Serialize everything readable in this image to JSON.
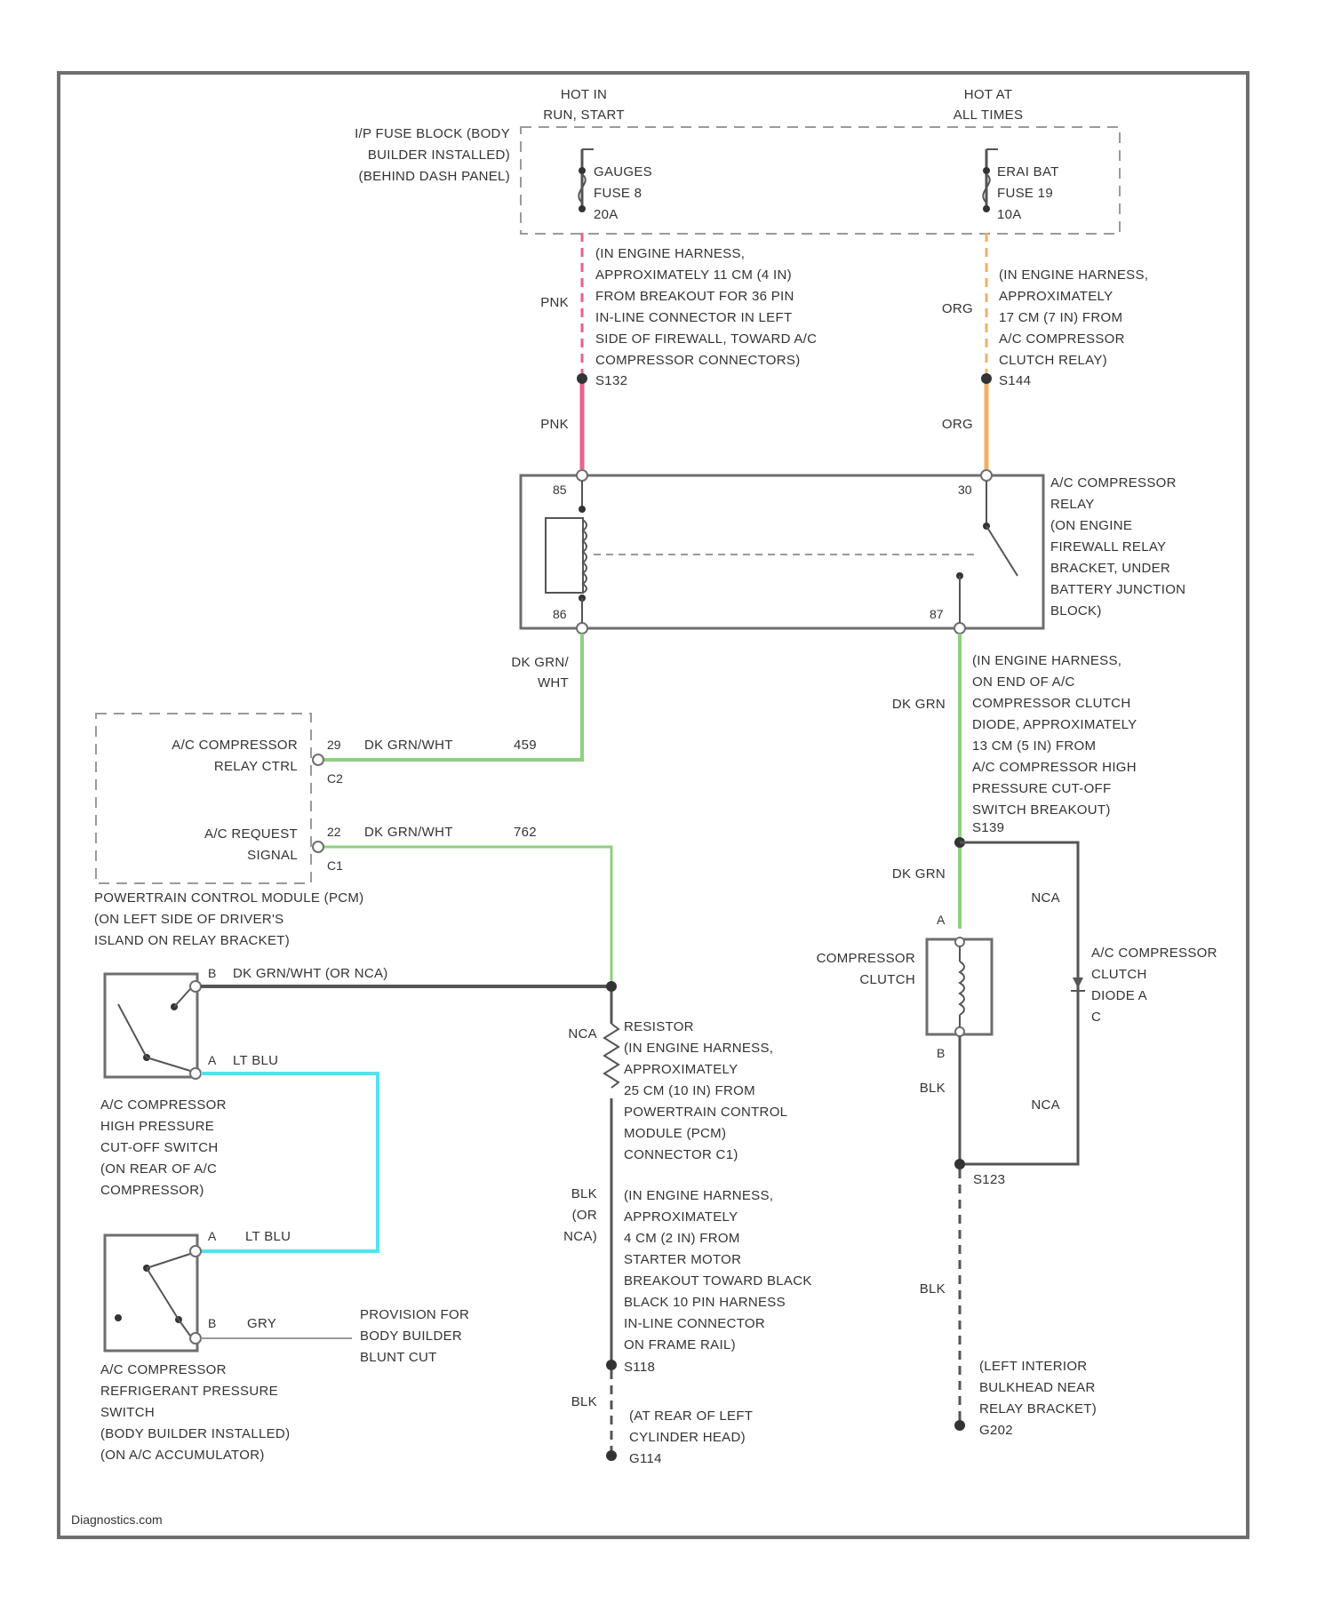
{
  "diagram": {
    "power": {
      "hot_left": [
        "HOT IN",
        "RUN, START"
      ],
      "hot_right": [
        "HOT AT",
        "ALL TIMES"
      ]
    },
    "fuse_block": {
      "label": [
        "I/P FUSE BLOCK (BODY",
        "BUILDER INSTALLED)",
        "(BEHIND DASH PANEL)"
      ],
      "fuse_left": [
        "GAUGES",
        "FUSE 8",
        "20A"
      ],
      "fuse_right": [
        "ERAI BAT",
        "FUSE 19",
        "10A"
      ]
    },
    "left_branch": {
      "wire_color": "PNK",
      "harness_note": [
        "(IN ENGINE HARNESS,",
        "APPROXIMATELY 11 CM (4 IN)",
        "FROM BREAKOUT FOR 36 PIN",
        "IN-LINE CONNECTOR IN LEFT",
        "SIDE OF FIREWALL, TOWARD A/C",
        "COMPRESSOR CONNECTORS)"
      ],
      "splice": "S132"
    },
    "right_branch": {
      "wire_color": "ORG",
      "harness_note": [
        "(IN ENGINE HARNESS,",
        "APPROXIMATELY",
        "17 CM (7 IN) FROM",
        "A/C COMPRESSOR",
        "CLUTCH RELAY)"
      ],
      "splice": "S144"
    },
    "relay": {
      "label": [
        "A/C COMPRESSOR",
        "RELAY",
        "(ON ENGINE",
        "FIREWALL RELAY",
        "BRACKET, UNDER",
        "BATTERY JUNCTION",
        "BLOCK)"
      ],
      "pin_85": "85",
      "pin_86": "86",
      "pin_30": "30",
      "pin_87": "87"
    },
    "pcm": {
      "label": [
        "POWERTRAIN CONTROL MODULE (PCM)",
        "(ON LEFT SIDE OF DRIVER'S",
        "ISLAND ON RELAY BRACKET)"
      ],
      "ctrl_label": [
        "A/C COMPRESSOR",
        "RELAY CTRL"
      ],
      "ctrl_pin": "29",
      "ctrl_wire": "DK GRN/WHT",
      "ctrl_circuit": "459",
      "ctrl_conn": "C2",
      "request_label": [
        "A/C REQUEST",
        "SIGNAL"
      ],
      "request_pin": "22",
      "request_wire": "DK GRN/WHT",
      "request_circuit": "762",
      "request_conn": "C1"
    },
    "relay_out_wire": [
      "DK GRN/",
      "WHT"
    ],
    "right_down": {
      "wire_color": "DK GRN",
      "harness_note": [
        "(IN ENGINE HARNESS,",
        "ON END OF A/C",
        "COMPRESSOR CLUTCH",
        "DIODE, APPROXIMATELY",
        "13 CM (5 IN) FROM",
        "A/C COMPRESSOR HIGH",
        "PRESSURE CUT-OFF",
        "SWITCH BREAKOUT)"
      ],
      "splice": "S139",
      "wire_color_2": "DK GRN",
      "nca_top": "NCA",
      "nca_bottom": "NCA"
    },
    "clutch": {
      "label": [
        "COMPRESSOR",
        "CLUTCH"
      ],
      "pin_a": "A",
      "pin_b": "B",
      "ground_wire": "BLK",
      "splice": "S123",
      "ground_wire_2": "BLK"
    },
    "diode": {
      "label": [
        "A/C COMPRESSOR",
        "CLUTCH",
        "DIODE A",
        "C"
      ]
    },
    "ground_right": {
      "label": [
        "(LEFT INTERIOR",
        "BULKHEAD NEAR",
        "RELAY BRACKET)"
      ],
      "id": "G202"
    },
    "hp_switch": {
      "label": [
        "A/C COMPRESSOR",
        "HIGH PRESSURE",
        "CUT-OFF SWITCH",
        "(ON REAR OF A/C",
        "COMPRESSOR)"
      ],
      "pin_b": "B",
      "pin_b_wire": "DK GRN/WHT (OR NCA)",
      "pin_a": "A",
      "pin_a_wire": "LT BLU"
    },
    "ref_switch": {
      "label": [
        "A/C COMPRESSOR",
        "REFRIGERANT PRESSURE",
        "SWITCH",
        "(BODY BUILDER INSTALLED)",
        "(ON A/C ACCUMULATOR)"
      ],
      "pin_a": "A",
      "pin_a_wire": "LT BLU",
      "pin_b": "B",
      "pin_b_wire": "GRY",
      "provision": [
        "PROVISION FOR",
        "BODY BUILDER",
        "BLUNT CUT"
      ]
    },
    "resistor": {
      "wire": "NCA",
      "note": [
        "RESISTOR",
        "(IN ENGINE HARNESS,",
        "APPROXIMATELY",
        "25 CM (10 IN) FROM",
        "POWERTRAIN CONTROL",
        "MODULE (PCM)",
        "CONNECTOR C1)"
      ]
    },
    "ground_left": {
      "wire": [
        "BLK",
        "(OR",
        "NCA)"
      ],
      "note": [
        "(IN ENGINE HARNESS,",
        "APPROXIMATELY",
        "4 CM (2 IN) FROM",
        "STARTER MOTOR",
        "BREAKOUT TOWARD BLACK",
        "BLACK 10 PIN HARNESS",
        "IN-LINE CONNECTOR",
        "ON FRAME RAIL)"
      ],
      "splice": "S118",
      "wire_2": "BLK",
      "ground_note": [
        "(AT REAR OF LEFT",
        "CYLINDER HEAD)"
      ],
      "ground_id": "G114"
    },
    "footer": "Diagnostics.com"
  },
  "colors": {
    "pnk": "#ef5f86",
    "org": "#f2b066",
    "dk_grn_wht": "#8ed07f",
    "dk_grn": "#8ed07f",
    "lt_blu": "#55e2ea",
    "blk": "#555555",
    "gry": "#9a9a9a",
    "outline": "#6e6e6e"
  }
}
